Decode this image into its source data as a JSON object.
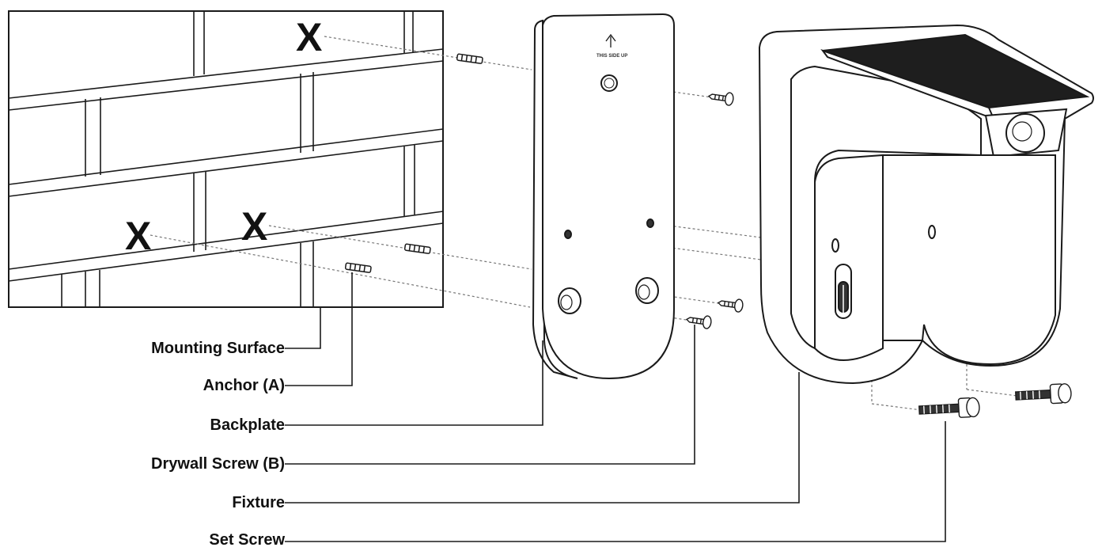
{
  "labels": {
    "mounting_surface": "Mounting Surface",
    "anchor": "Anchor (A)",
    "backplate": "Backplate",
    "drywall_screw": "Drywall Screw (B)",
    "fixture": "Fixture",
    "set_screw": "Set Screw"
  },
  "marks": {
    "drill_mark": "X"
  },
  "backplate": {
    "orientation_text": "THIS SIDE UP"
  },
  "colors": {
    "line": "#1a1a1a",
    "guide": "#777777",
    "fill": "#ffffff",
    "panel": "#1e1e1e"
  }
}
